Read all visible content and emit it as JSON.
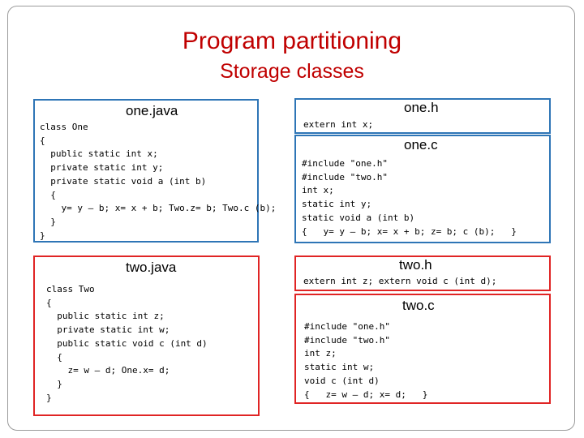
{
  "slide": {
    "title": "Program partitioning",
    "subtitle": "Storage classes"
  },
  "one_java": {
    "title": "one.java",
    "lines": [
      "class One",
      "{",
      "  public static int x;",
      "  private static int y;",
      "  private static void a (int b)",
      "  {",
      "    y= y – b; x= x + b; Two.z= b; Two.c (b);",
      "  }",
      "}"
    ]
  },
  "two_java": {
    "title": "two.java",
    "lines": [
      "class Two",
      "{",
      "  public static int z;",
      "  private static int w;",
      "  public static void c (int d)",
      "  {",
      "    z= w – d; One.x= d;",
      "  }",
      "}"
    ]
  },
  "one_h": {
    "title": "one.h",
    "text": "extern int x;"
  },
  "one_c": {
    "title": "one.c",
    "lines": [
      "#include \"one.h\"",
      "#include \"two.h\"",
      "int x;",
      "static int y;",
      "static void a (int b)",
      "{   y= y – b; x= x + b; z= b; c (b);   }"
    ]
  },
  "two_h": {
    "title": "two.h",
    "text": "extern int z; extern void c (int d);"
  },
  "two_c": {
    "title": "two.c",
    "lines": [
      "#include \"one.h\"",
      "#include \"two.h\"",
      "int z;",
      "static int w;",
      "void c (int d)",
      "{   z= w – d; x= d;   }"
    ]
  },
  "colors": {
    "title": "#c00000",
    "java_box_one": "#2e75b6",
    "java_box_two": "#e02424",
    "c_box_one": "#2e75b6",
    "c_box_two": "#e02424"
  }
}
